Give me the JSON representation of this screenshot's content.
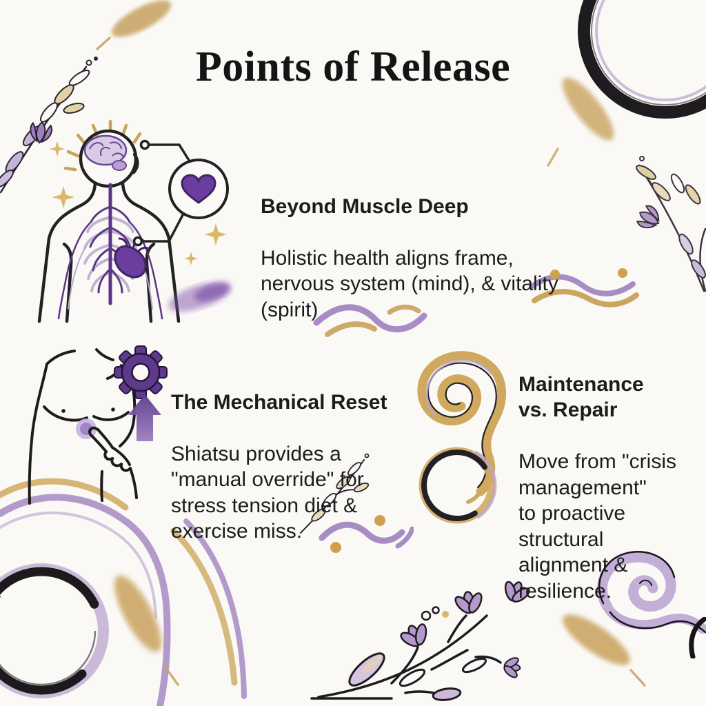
{
  "title": "Points of Release",
  "sections": [
    {
      "id": "beyond-muscle-deep",
      "heading": "Beyond Muscle Deep",
      "body": "Holistic health aligns frame,\nnervous system (mind), & vitality\n(spirit)"
    },
    {
      "id": "mechanical-reset",
      "heading": "The Mechanical Reset",
      "body": "Shiatsu provides a\n\"manual override\" for\nstress tension diet &\nexercise miss."
    },
    {
      "id": "maintenance-vs-repair",
      "heading": "Maintenance\nvs. Repair",
      "body": "Move from \"crisis\nmanagement\"\nto proactive\nstructural\nalignment &\nresilience."
    }
  ],
  "icons": {
    "heart": "♥",
    "gear": "⚙",
    "up_arrow": "↑",
    "sparkle": "✦"
  },
  "palette": {
    "ink": "#1c1c1c",
    "purple": "#5d3a8c",
    "lavender": "#b29bcb",
    "gold": "#c9a25d",
    "background": "#faf9f6"
  }
}
